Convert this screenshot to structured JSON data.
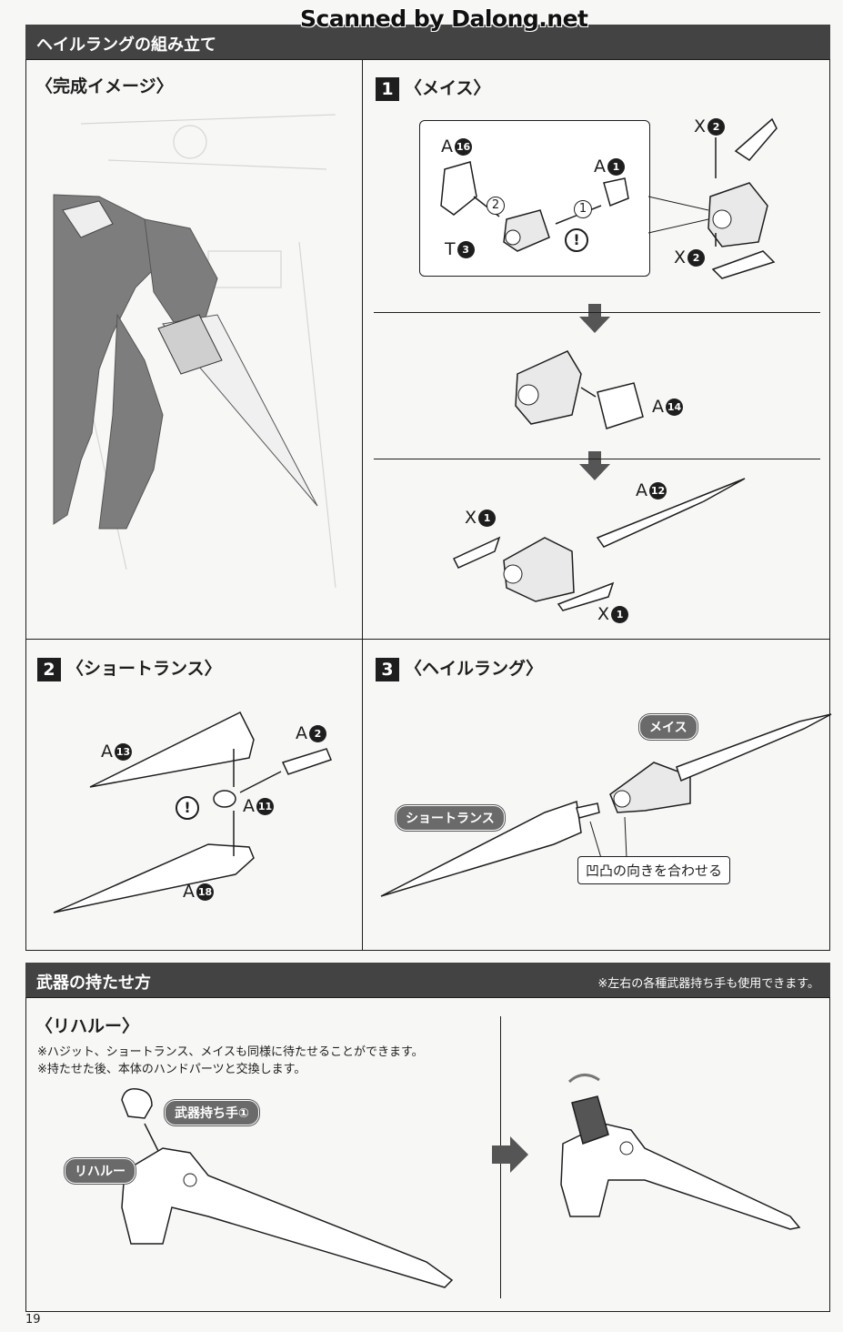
{
  "header": {
    "scan_credit": "Scanned by Dalong.net",
    "section_title": "ヘイルラングの組み立て"
  },
  "panels": {
    "complete_image": {
      "title": "〈完成イメージ〉"
    },
    "step1": {
      "number": "1",
      "title": "〈メイス〉",
      "labels": {
        "a16": "A",
        "a16_num": "16",
        "a1": "A",
        "a1_num": "1",
        "t3": "T",
        "t3_num": "3",
        "order_1": "1",
        "order_2": "2",
        "x2_top": "X",
        "x2_top_num": "2",
        "x2_bottom": "X",
        "x2_bottom_num": "2",
        "a14": "A",
        "a14_num": "14",
        "a12": "A",
        "a12_num": "12",
        "x1_top": "X",
        "x1_top_num": "1",
        "x1_bottom": "X",
        "x1_bottom_num": "1"
      }
    },
    "step2": {
      "number": "2",
      "title": "〈ショートランス〉",
      "labels": {
        "a13": "A",
        "a13_num": "13",
        "a2": "A",
        "a2_num": "2",
        "a11": "A",
        "a11_num": "11",
        "a18": "A",
        "a18_num": "18"
      }
    },
    "step3": {
      "number": "3",
      "title": "〈ヘイルラング〉",
      "mace_pill": "メイス",
      "lance_pill": "ショートランス",
      "callout": "凹凸の向きを合わせる"
    }
  },
  "weapons": {
    "section_title": "武器の持たせ方",
    "note_right": "※左右の各種武器持ち手も使用できます。",
    "subtitle": "〈リハルー〉",
    "notes": [
      "※ハジット、ショートランス、メイスも同様に待たせることができます。",
      "※持たせた後、本体のハンドパーツと交換します。"
    ],
    "hand_pill": "武器持ち手①",
    "weapon_pill": "リハルー"
  },
  "warn_glyph": "!",
  "page_number": "19"
}
